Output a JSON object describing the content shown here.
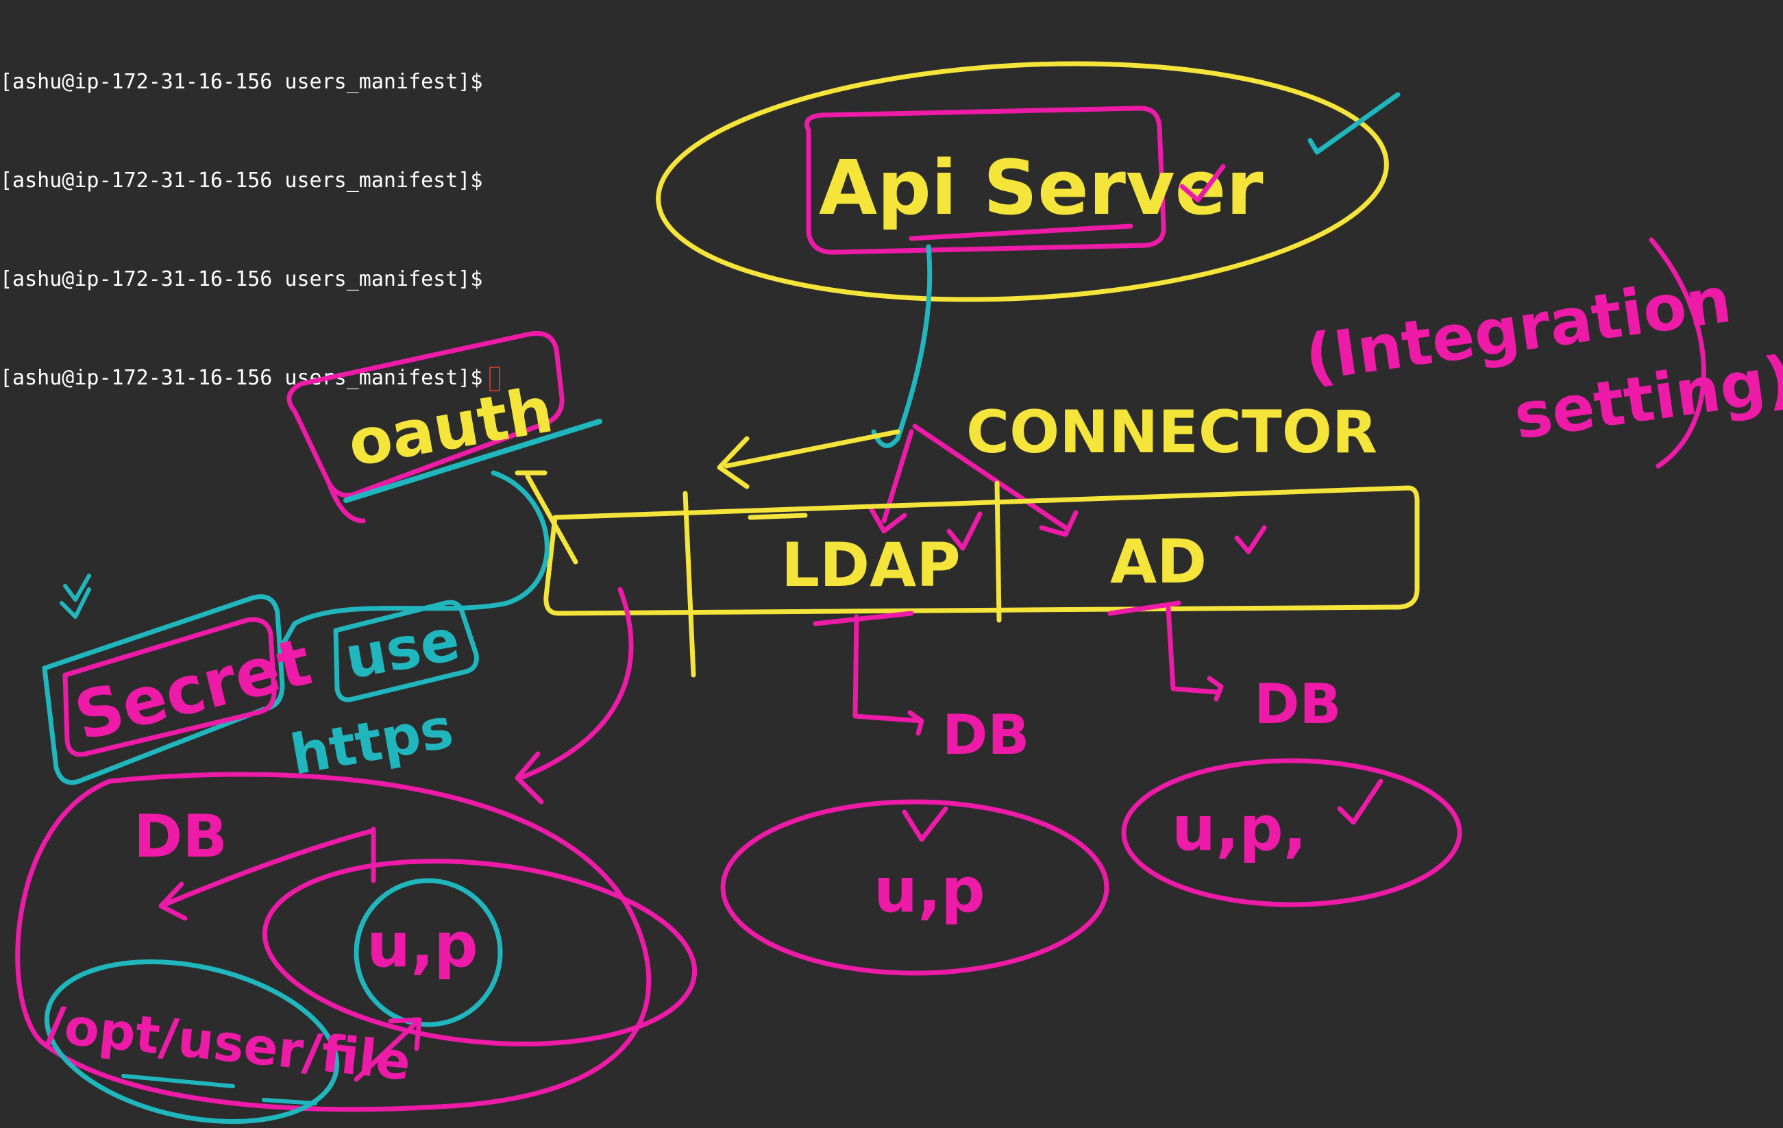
{
  "terminal": {
    "prompt_lines": [
      "[ashu@ip-172-31-16-156 users_manifest]$",
      "[ashu@ip-172-31-16-156 users_manifest]$",
      "[ashu@ip-172-31-16-156 users_manifest]$",
      "[ashu@ip-172-31-16-156 users_manifest]$"
    ],
    "cursor_visible": true
  },
  "diagram": {
    "labels": {
      "api_server": "Api Server",
      "connector": "CONNECTOR",
      "integration": "(Integration",
      "setting": "setting)",
      "oauth": "oauth",
      "ldap": "LDAP",
      "ad": "AD",
      "secret": "Secret",
      "use": "use",
      "https": "https",
      "db_left": "DB",
      "db_ldap": "DB",
      "db_ad": "DB",
      "up_inner": "u,p",
      "up_ldap": "u,p",
      "up_ad": "u,p,",
      "file_path": "/opt/user/file",
      "check": "✓"
    },
    "colors": {
      "background": "#2c2c2c",
      "yellow": "#f5e43a",
      "magenta": "#ee1aa8",
      "teal": "#1fb7bd",
      "terminal_text": "#ffffff",
      "cursor": "#c0392b"
    }
  }
}
